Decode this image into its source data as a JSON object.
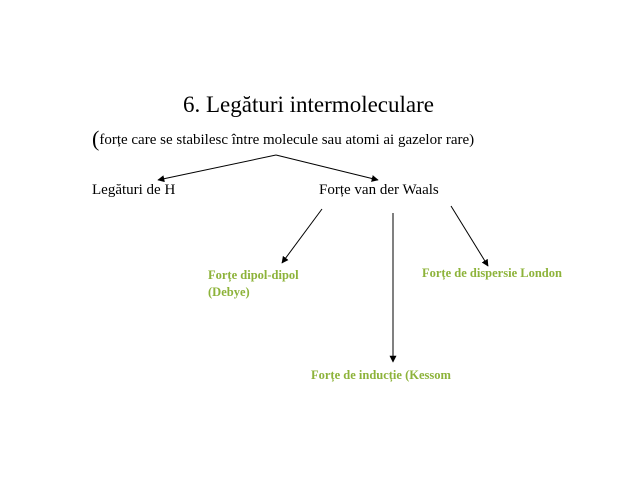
{
  "title": "6. Legături intermoleculare",
  "subtitle": {
    "open_paren": "(",
    "text": "forțe care se stabilesc între molecule sau atomi ai gazelor rare)"
  },
  "nodes": {
    "hydrogen_bonds": "Legături de H",
    "van_der_waals": "Forțe van der Waals"
  },
  "leaves": {
    "dipole_dipole_line1": "Forțe dipol-dipol",
    "dipole_dipole_line2": "(Debye)",
    "induction": "Forțe de inducție (Kessom",
    "london": "Forțe de dispersie London"
  },
  "colors": {
    "text": "#000000",
    "leaf_text": "#8DB33A",
    "arrow": "#000000"
  }
}
